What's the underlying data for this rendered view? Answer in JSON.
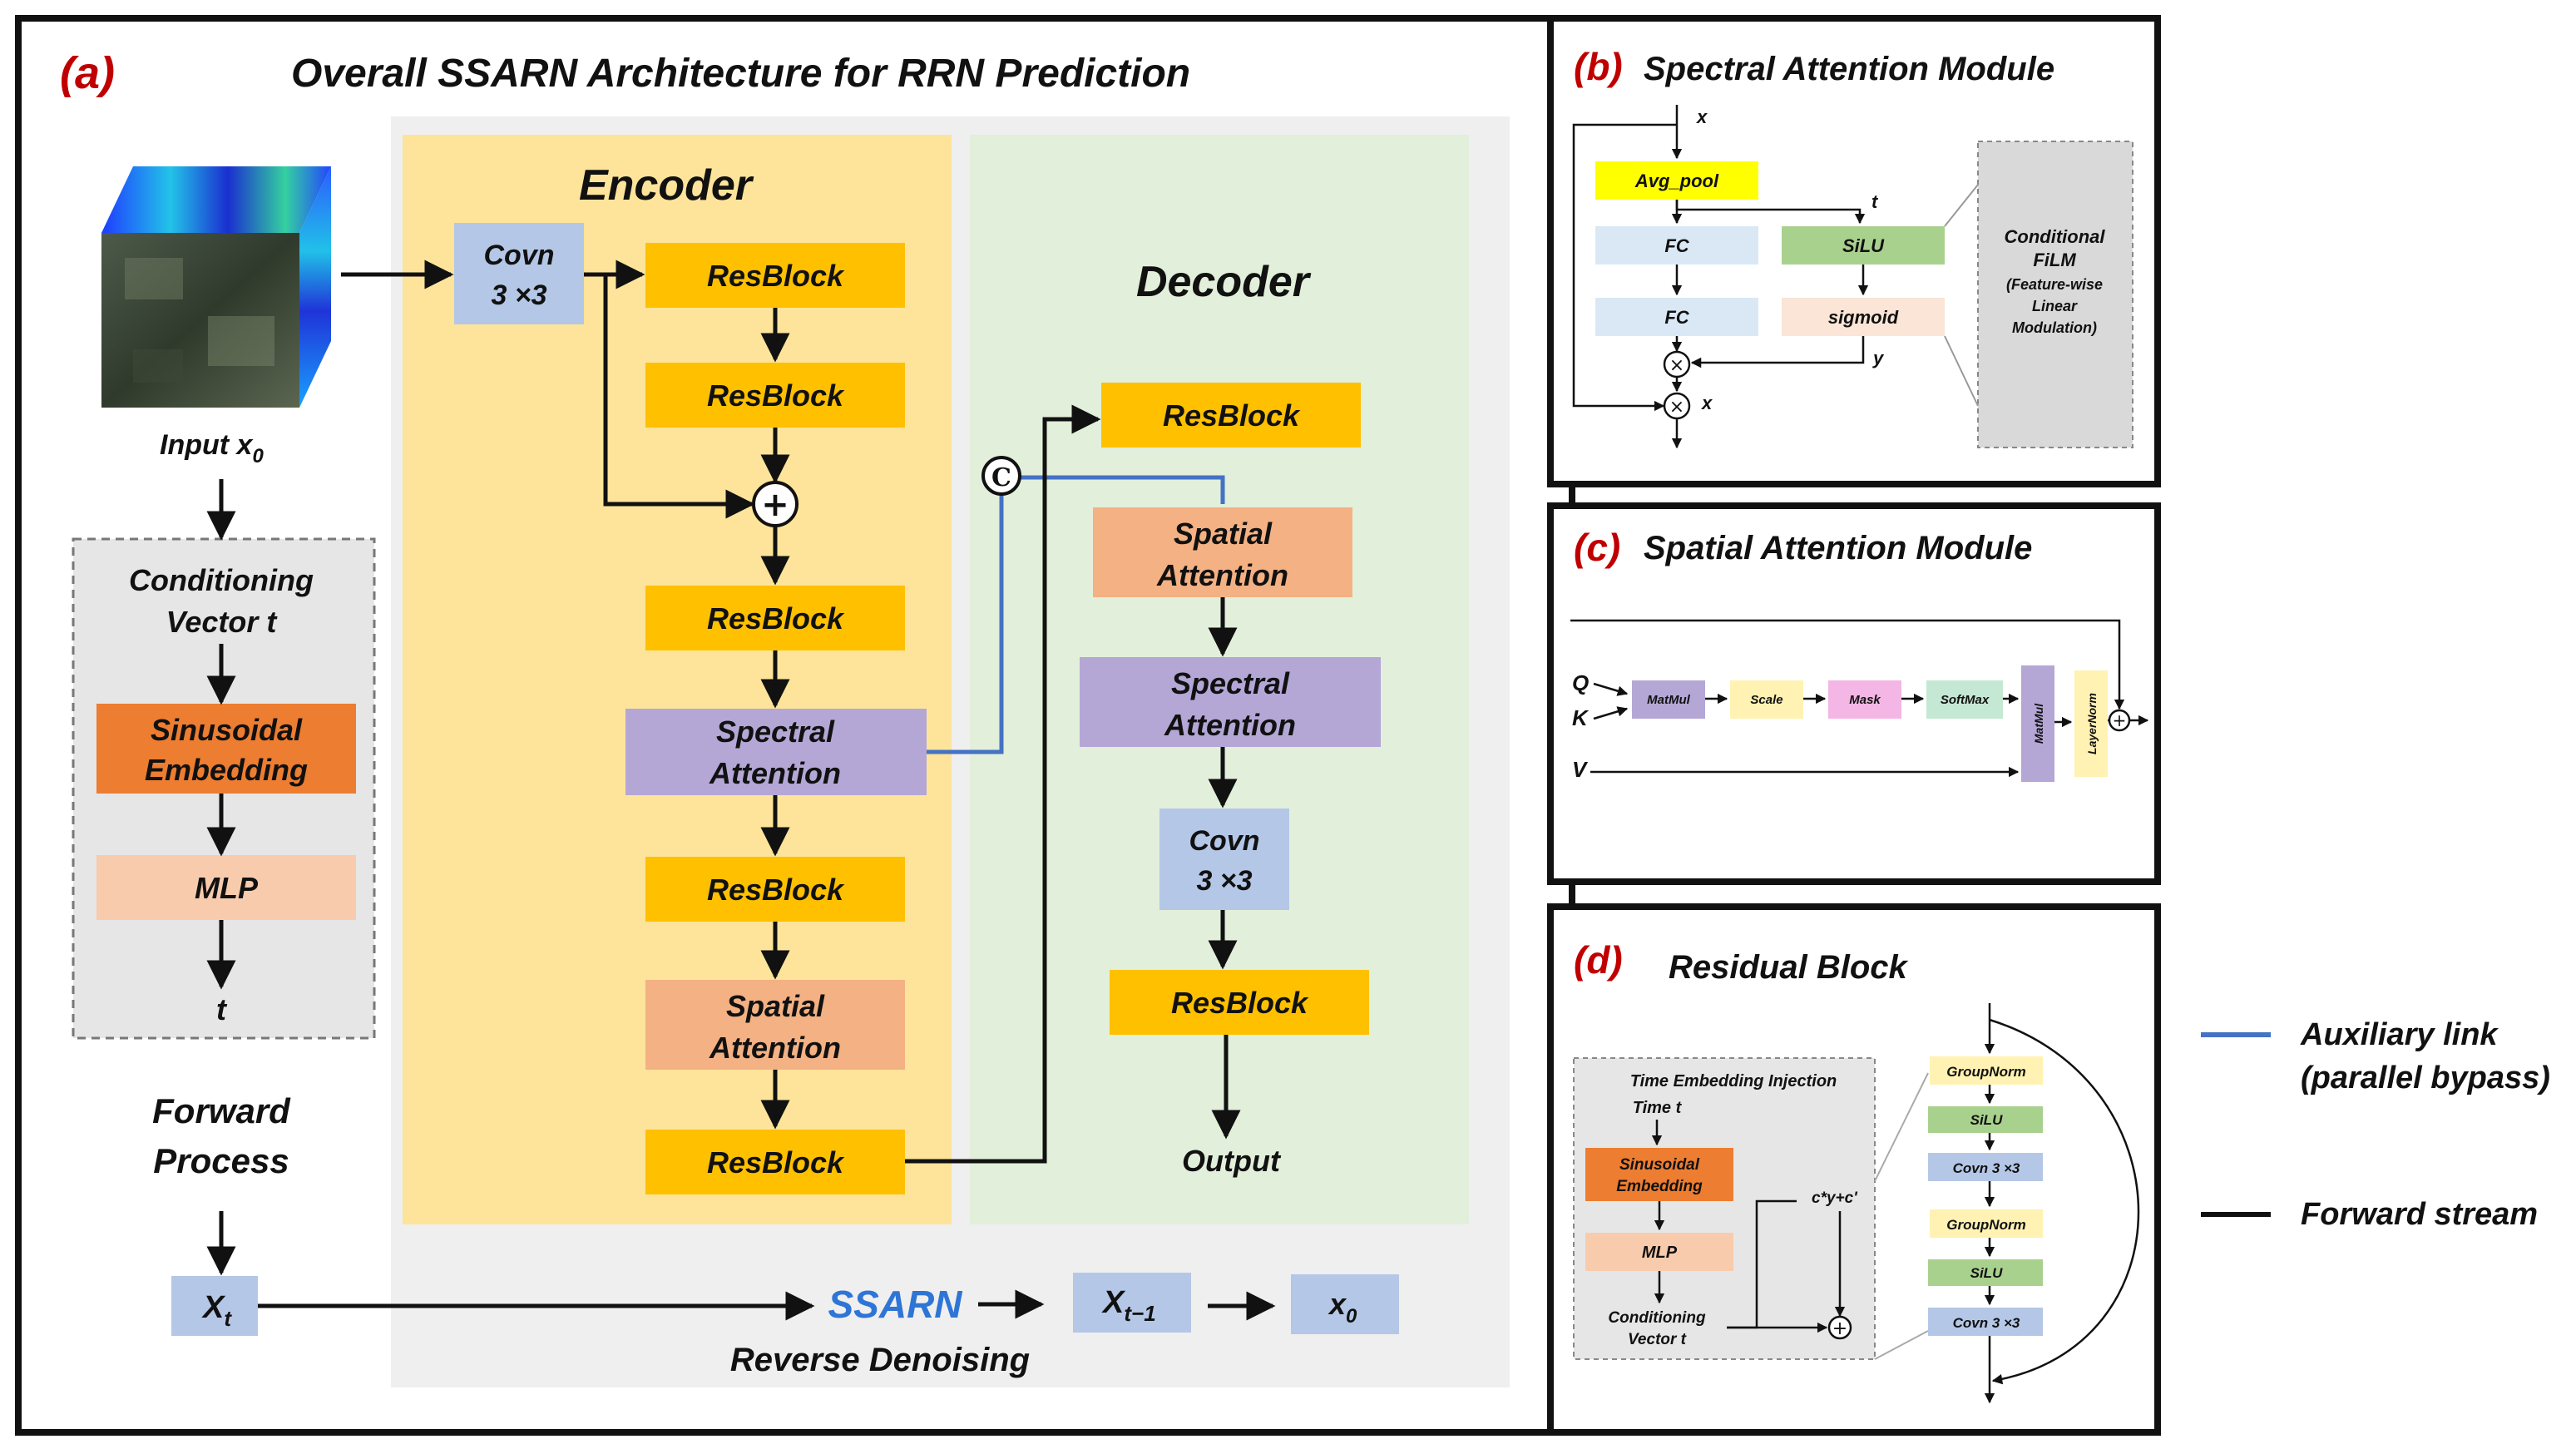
{
  "colors": {
    "encoder_bg": "#fde49a",
    "decoder_bg": "#e2efda",
    "gray_panel": "#efefef",
    "resblock": "#ffc000",
    "spectral": "#b4a7d6",
    "spatial": "#f4b183",
    "conv": "#b4c7e7",
    "sinusoidal": "#ed7d31",
    "mlp": "#f8cbad",
    "auxiliary": "#4472c4",
    "tag": "#c00000",
    "ssarn": "#2e75d6"
  },
  "panel_a": {
    "tag": "(a)",
    "title": "Overall SSARN Architecture for RRN Prediction",
    "input_label": "Input x",
    "input_sub": "0",
    "conditioning": {
      "line1": "Conditioning",
      "line2": "Vector t"
    },
    "sinusoidal": {
      "line1": "Sinusoidal",
      "line2": "Embedding"
    },
    "mlp": "MLP",
    "t_label": "t",
    "forward": {
      "line1": "Forward",
      "line2": "Process"
    },
    "xt": {
      "base": "X",
      "sub": "t"
    },
    "ssarn": "SSARN",
    "reverse": "Reverse Denoising",
    "xt1": {
      "base": "X",
      "sub": "t−1"
    },
    "x0": {
      "base": "x",
      "sub": "0"
    },
    "encoder": {
      "title": "Encoder",
      "conv": {
        "line1": "Covn",
        "line2": "3 ×3"
      },
      "resblock": "ResBlock",
      "spectral": {
        "line1": "Spectral",
        "line2": "Attention"
      },
      "spatial": {
        "line1": "Spatial",
        "line2": "Attention"
      },
      "plus": "+"
    },
    "decoder": {
      "title": "Decoder",
      "resblock": "ResBlock",
      "concat": "C",
      "spatial": {
        "line1": "Spatial",
        "line2": "Attention"
      },
      "spectral": {
        "line1": "Spectral",
        "line2": "Attention"
      },
      "conv": {
        "line1": "Covn",
        "line2": "3 ×3"
      },
      "output": "Output"
    }
  },
  "panel_b": {
    "tag": "(b)",
    "title": "Spectral Attention Module",
    "x_in": "x",
    "avg_pool": "Avg_pool",
    "t": "t",
    "fc": "FC",
    "silu": "SiLU",
    "sigmoid": "sigmoid",
    "y": "y",
    "x_out": "x",
    "mult": "×",
    "film": [
      "Conditional",
      "FiLM",
      "(Feature-wise",
      "Linear",
      "Modulation)"
    ]
  },
  "panel_c": {
    "tag": "(c)",
    "title": "Spatial Attention Module",
    "q": "Q",
    "k": "K",
    "v": "V",
    "matmul": "MatMul",
    "scale": "Scale",
    "mask": "Mask",
    "softmax": "SoftMax",
    "matmul2": "MatMul",
    "layernorm": "LayerNorm",
    "plus": "+"
  },
  "panel_d": {
    "tag": "(d)",
    "title": "Residual Block",
    "injection_title": "Time Embedding Injection",
    "time_t": "Time t",
    "sinusoidal": {
      "line1": "Sinusoidal",
      "line2": "Embedding"
    },
    "mlp": "MLP",
    "cond": {
      "line1": "Conditioning",
      "line2": "Vector t"
    },
    "formula": "c*y+c'",
    "plus": "+",
    "groupnorm": "GroupNorm",
    "silu": "SiLU",
    "conv": "Covn 3 ×3"
  },
  "legend": {
    "auxiliary": {
      "line1": "Auxiliary link",
      "line2": "(parallel bypass)"
    },
    "forward": "Forward stream"
  }
}
